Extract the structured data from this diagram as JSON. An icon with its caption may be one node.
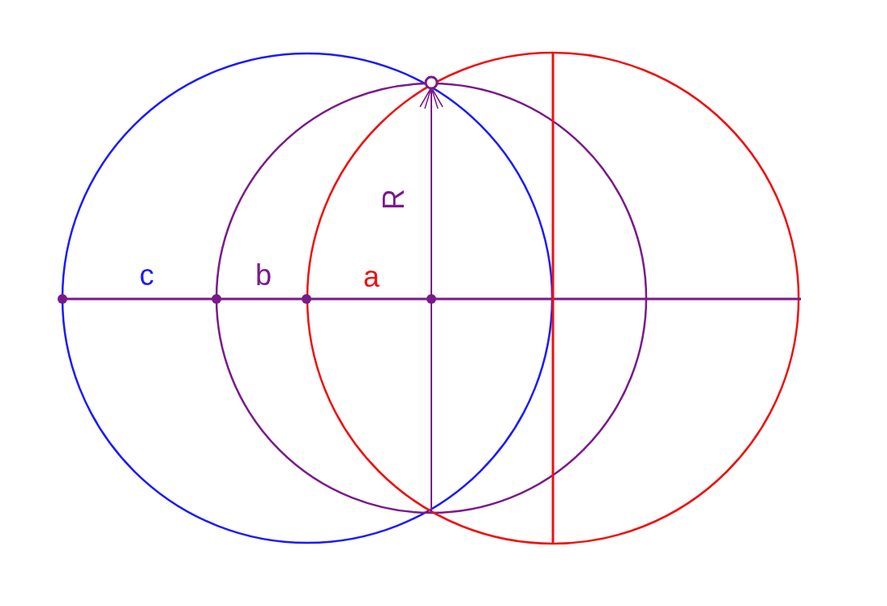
{
  "diagram": {
    "labels": [
      "c",
      "b",
      "a",
      "R"
    ]
  }
}
